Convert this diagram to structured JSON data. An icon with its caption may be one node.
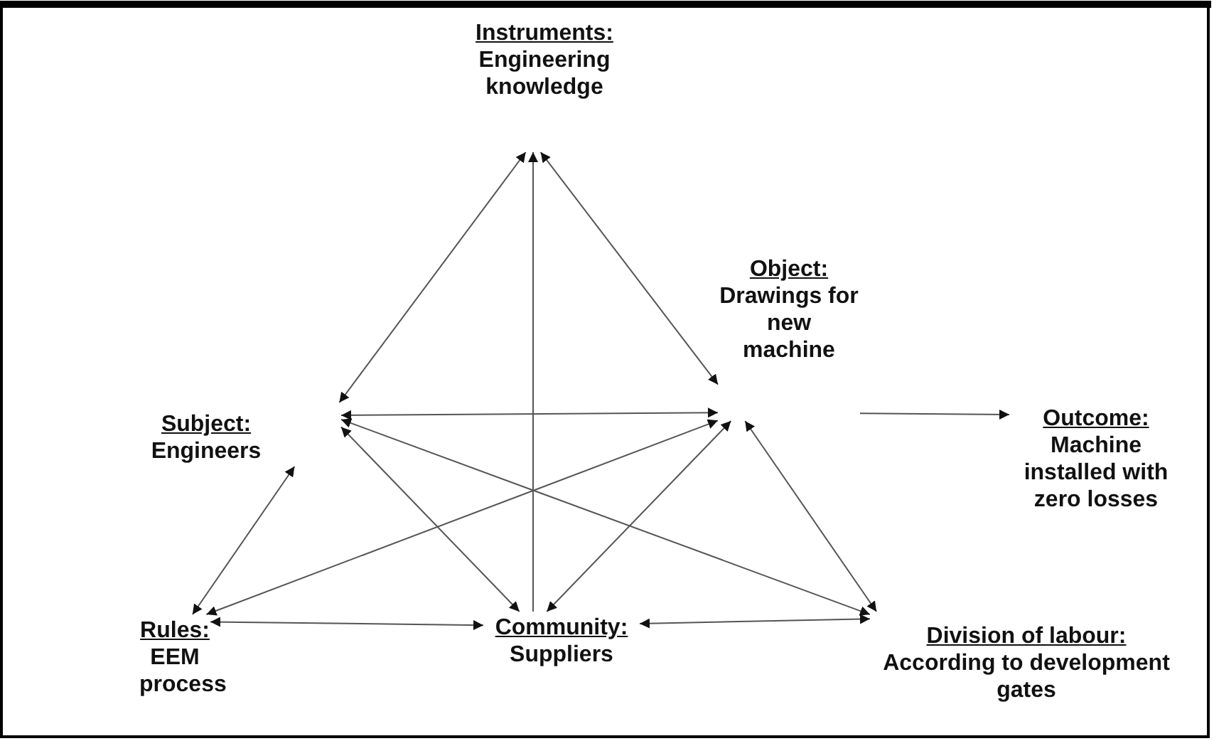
{
  "diagram": {
    "nodes": [
      {
        "text": [
          "Instruments:",
          "Engineering knowledge"
        ]
      },
      {
        "text": [
          "Subject:",
          "Engineers"
        ]
      },
      {
        "text": [
          "Object:",
          "Drawings for new machine"
        ]
      },
      {
        "text": [
          "Outcome:",
          "Machine installed with zero losses"
        ]
      },
      {
        "text": [
          "Rules:",
          "EEM process"
        ]
      },
      {
        "text": [
          "Community:",
          "Suppliers"
        ]
      },
      {
        "text": [
          "Division of labour:",
          "According to development gates"
        ]
      }
    ],
    "edges": [
      {
        "from": 1,
        "to": 0,
        "arrow": "both"
      },
      {
        "from": 2,
        "to": 0,
        "arrow": "both"
      },
      {
        "from": 5,
        "to": 0,
        "arrow": "to"
      },
      {
        "from": 1,
        "to": 2,
        "arrow": "both"
      },
      {
        "from": 1,
        "to": 4,
        "arrow": "both"
      },
      {
        "from": 1,
        "to": 5,
        "arrow": "both"
      },
      {
        "from": 1,
        "to": 6,
        "arrow": "both"
      },
      {
        "from": 2,
        "to": 4,
        "arrow": "both"
      },
      {
        "from": 2,
        "to": 5,
        "arrow": "both"
      },
      {
        "from": 2,
        "to": 6,
        "arrow": "both"
      },
      {
        "from": 2,
        "to": 3,
        "arrow": "to"
      },
      {
        "from": 4,
        "to": 5,
        "arrow": "both"
      },
      {
        "from": 5,
        "to": 6,
        "arrow": "both"
      }
    ]
  }
}
